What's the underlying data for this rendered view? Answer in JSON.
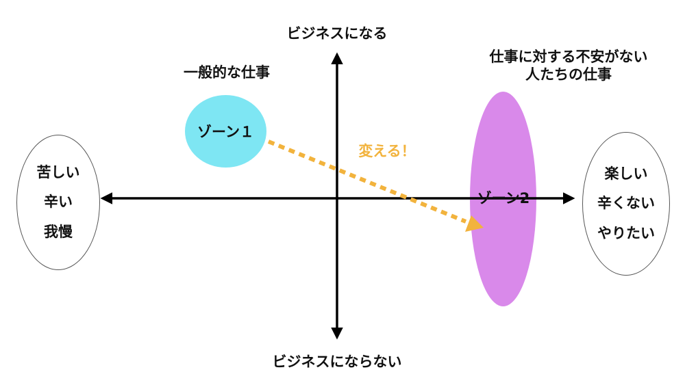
{
  "axis": {
    "top_label": "ビジネスになる",
    "bottom_label": "ビジネスにならない"
  },
  "left_oval": {
    "lines": [
      "苦しい",
      "辛い",
      "我慢"
    ]
  },
  "right_oval": {
    "lines": [
      "楽しい",
      "辛くない",
      "やりたい"
    ]
  },
  "zone1": {
    "label": "ゾーン１",
    "caption": "一般的な仕事",
    "color": "#7ee6f3"
  },
  "zone2": {
    "label": "ゾーン2",
    "caption_lines": [
      "仕事に対する不安がない",
      "人たちの仕事"
    ],
    "color": "#d989ea"
  },
  "transition": {
    "label": "変える！",
    "color": "#f2b33d"
  }
}
